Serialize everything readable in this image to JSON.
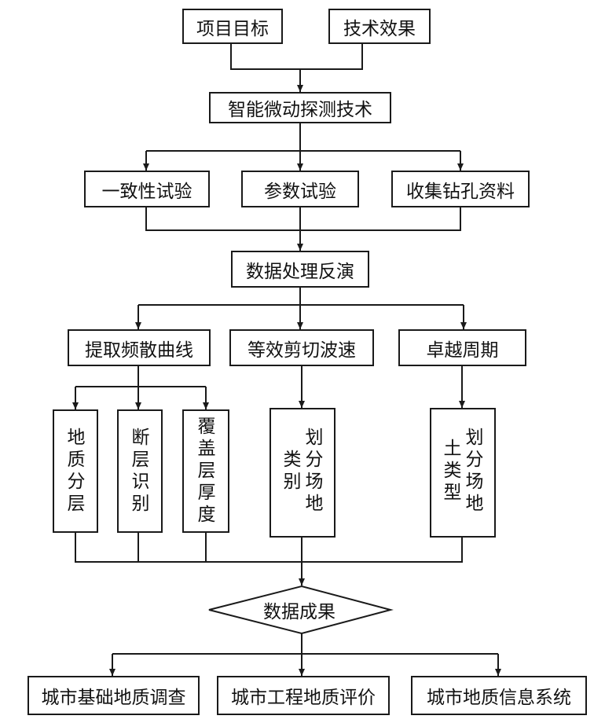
{
  "diagram": {
    "top": {
      "goal": "项目目标",
      "effect": "技术效果"
    },
    "tech": "智能微动探测技术",
    "tests": [
      "一致性试验",
      "参数试验",
      "收集钻孔资料"
    ],
    "inversion": "数据处理反演",
    "params": [
      "提取频散曲线",
      "等效剪切波速",
      "卓越周期"
    ],
    "outputs": {
      "strata": [
        "地",
        "质",
        "分",
        "层"
      ],
      "fault": [
        "断",
        "层",
        "识",
        "别"
      ],
      "cover": [
        "覆",
        "盖",
        "层",
        "厚",
        "度"
      ],
      "site_class": {
        "col1": [
          "划",
          "分",
          "场",
          "地"
        ],
        "col2": [
          "类",
          "别"
        ]
      },
      "soil_type": {
        "col1": [
          "划",
          "分",
          "场",
          "地"
        ],
        "col2": [
          "土",
          "类",
          "型"
        ]
      }
    },
    "result": "数据成果",
    "applications": [
      "城市基础地质调查",
      "城市工程地质评价",
      "城市地质信息系统"
    ]
  }
}
